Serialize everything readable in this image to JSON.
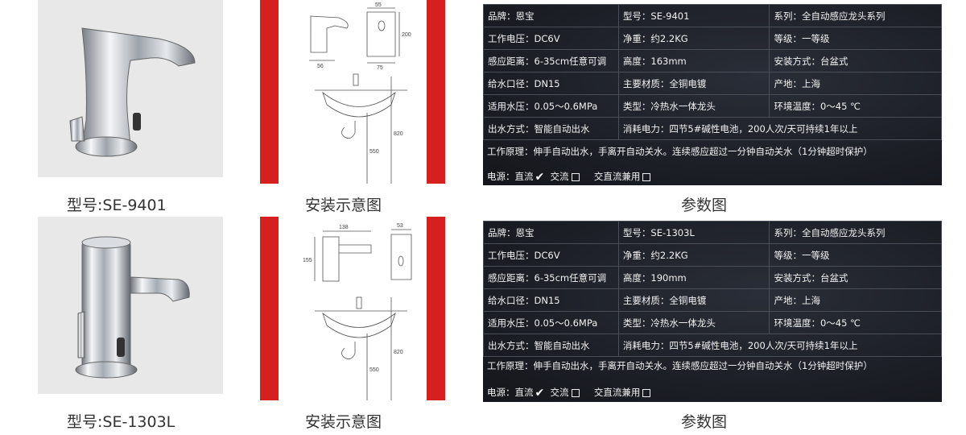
{
  "products": [
    {
      "model_caption": "型号:SE-9401",
      "diagram_caption": "安装示意图",
      "param_caption": "参数图",
      "dims": [
        "55",
        "200",
        "75",
        "56",
        "820",
        "550"
      ],
      "table": [
        [
          "品牌：恩宝",
          "型号：SE-9401",
          "系列：全自动感应龙头系列"
        ],
        [
          "工作电压：DC6V",
          "净重：约2.2KG",
          "等级：一等级"
        ],
        [
          "感应距离：6-35cm任意可调",
          "高度：163mm",
          "安装方式：台盆式"
        ],
        [
          "给水口径：DN15",
          "主要材质：全铜电镀",
          "产地：上海"
        ],
        [
          "适用水压：0.05～0.6MPa",
          "类型：冷热水一体龙头",
          "环境温度：0～45 ℃"
        ],
        [
          "出水方式：智能自动出水",
          "消耗电力：四节5#碱性电池，200人次/天可持续1年以上",
          ""
        ]
      ],
      "principle": "工作原理：伸手自动出水，手离开自动关水。连续感应超过一分钟自动关水（1分钟超时保护）",
      "power": {
        "label": "电源：",
        "dc": "直流",
        "ac": "交流",
        "both": "交直流兼用"
      }
    },
    {
      "model_caption": "型号:SE-1303L",
      "diagram_caption": "安装示意图",
      "param_caption": "参数图",
      "dims": [
        "138",
        "53",
        "155",
        "820",
        "550"
      ],
      "table": [
        [
          "品牌：恩宝",
          "型号：SE-1303L",
          "系列：全自动感应龙头系列"
        ],
        [
          "工作电压：DC6V",
          "净重：约2.2KG",
          "等级：一等级"
        ],
        [
          "感应距离：6-35cm任意可调",
          "高度：190mm",
          "安装方式：台盆式"
        ],
        [
          "给水口径：DN15",
          "主要材质：全铜电镀",
          "产地：上海"
        ],
        [
          "适用水压：0.05～0.6MPa",
          "类型：冷热水一体龙头",
          "环境温度：0～45 ℃"
        ],
        [
          "出水方式：智能自动出水",
          "消耗电力：四节5#碱性电池，200人次/天可持续1年以上",
          ""
        ]
      ],
      "principle": "工作原理：伸手自动出水，手离开自动关水。连续感应超过一分钟自动关水（1分钟超时保护）",
      "power": {
        "label": "电源：",
        "dc": "直流",
        "ac": "交流",
        "both": "交直流兼用"
      }
    }
  ]
}
